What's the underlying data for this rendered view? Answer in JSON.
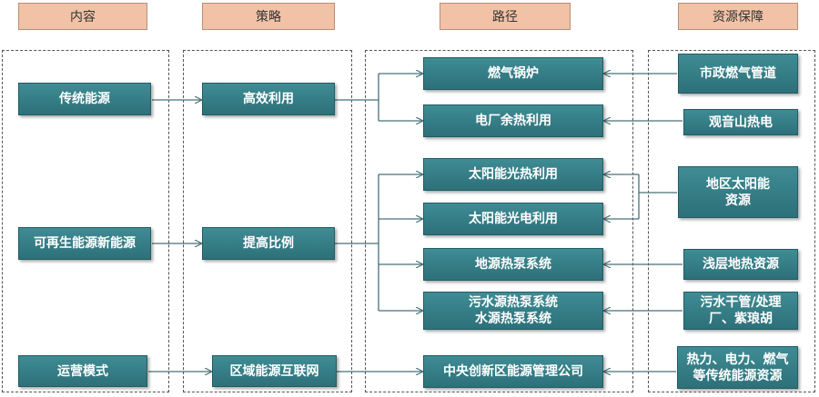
{
  "headers": {
    "content": "内容",
    "strategy": "策略",
    "path": "路径",
    "resources": "资源保障"
  },
  "content": {
    "traditional": "传统能源",
    "renewable": "可再生能源新能源",
    "operation": "运营模式"
  },
  "strategy": {
    "efficient": "高效利用",
    "increase_ratio": "提高比例",
    "district_internet": "区域能源互联网"
  },
  "path": {
    "gas_boiler": "燃气锅炉",
    "plant_waste_heat": "电厂余热利用",
    "solar_thermal": "太阳能光热利用",
    "solar_pv": "太阳能光电利用",
    "ground_source": "地源热泵系统",
    "sewage_source": "污水源热泵系统\n水源热泵系统",
    "central_company": "中央创新区能源管理公司"
  },
  "resources": {
    "gas_pipeline": "市政燃气管道",
    "guanyinshan": "观音山热电",
    "solar_resource": "地区太阳能\n资源",
    "shallow_geo": "浅层地热资源",
    "sewage": "污水干管/处理\n厂、紫琅胡",
    "traditional_res": "热力、电力、燃气\n等传统能源资源"
  },
  "colors": {
    "box": "#2d7079",
    "header": "#f2c2a6",
    "line": "#47707a"
  }
}
